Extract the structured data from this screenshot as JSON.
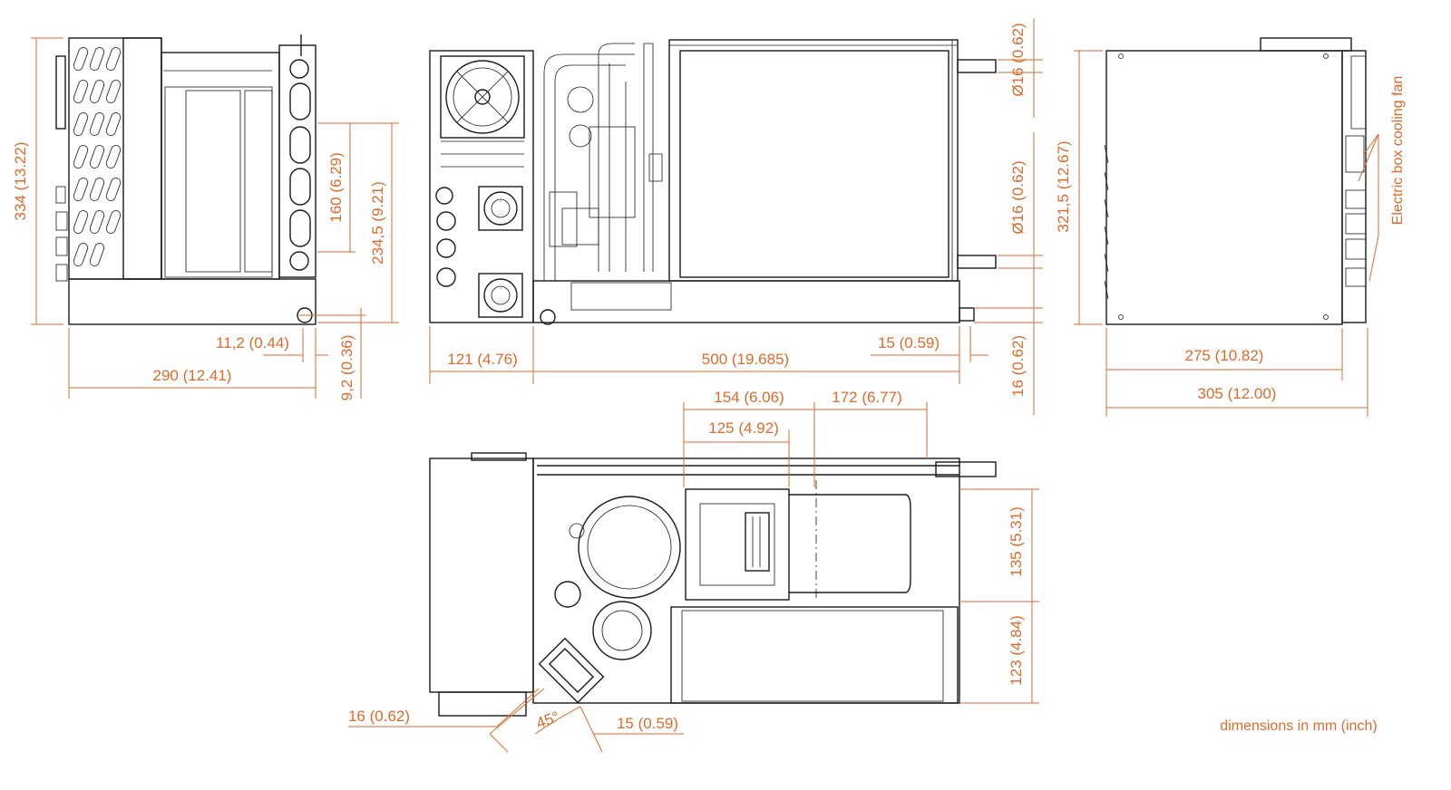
{
  "dimensions": {
    "left_height": "334 (13.22)",
    "left_inner_160": "160 (6.29)",
    "left_inner_2345": "234,5 (9.21)",
    "left_offset_112": "11,2 (0.44)",
    "left_offset_92": "9,2 (0.36)",
    "left_width_290": "290 (12.41)",
    "front_121": "121 (4.76)",
    "front_500": "500 (19.685)",
    "front_15": "15 (0.59)",
    "front_16_bottom": "16 (0.62)",
    "front_dia_top": "Ø16 (0.62)",
    "front_dia_mid": "Ø16 (0.62)",
    "right_height": "321,5 (12.67)",
    "right_275": "275 (10.82)",
    "right_305": "305 (12.00)",
    "top_154": "154 (6.06)",
    "top_172": "172 (6.77)",
    "top_125": "125 (4.92)",
    "top_135": "135 (5.31)",
    "top_123": "123 (4.84)",
    "top_16": "16 (0.62)",
    "top_15": "15 (0.59)",
    "top_45": "45°"
  },
  "notes": {
    "electric_box_fan": "Electric box cooling fan",
    "units": "dimensions in mm (inch)"
  },
  "colors": {
    "dimension": "#e06a2a",
    "line": "#1a1a1a"
  }
}
